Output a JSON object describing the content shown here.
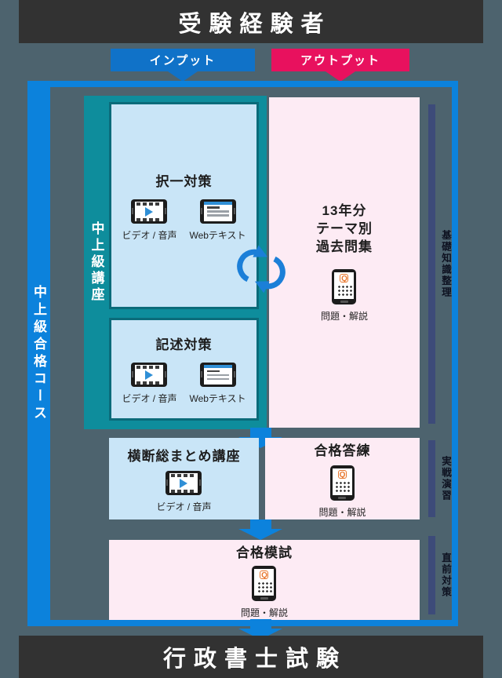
{
  "top_banner": {
    "title": "受験経験者"
  },
  "bottom_banner": {
    "title": "行政書士試験"
  },
  "ribbons": {
    "input": {
      "label": "インプット",
      "color": "#1072c8"
    },
    "output": {
      "label": "アウトプット",
      "color": "#e8115e"
    }
  },
  "left_bar": {
    "label": "中上級合格コース",
    "color": "#0c82dc"
  },
  "program_panel": {
    "label": "中上級講座",
    "color": "#0e8d9c"
  },
  "boxes": {
    "takuitsu": {
      "title": "択一対策",
      "items": [
        {
          "icon": "video-device-icon",
          "label": "ビデオ / 音声"
        },
        {
          "icon": "webtext-device-icon",
          "label": "Webテキスト"
        }
      ]
    },
    "kijutsu": {
      "title": "記述対策",
      "items": [
        {
          "icon": "video-device-icon",
          "label": "ビデオ / 音声"
        },
        {
          "icon": "webtext-device-icon",
          "label": "Webテキスト"
        }
      ]
    },
    "kakomon": {
      "title_lines": [
        "13年分",
        "テーマ別",
        "過去問集"
      ],
      "item": {
        "icon": "quiz-phone-icon",
        "label": "問題・解説"
      }
    },
    "oudan": {
      "title": "横断総まとめ講座",
      "item": {
        "icon": "video-device-icon",
        "label": "ビデオ / 音声"
      }
    },
    "touren": {
      "title": "合格答練",
      "item": {
        "icon": "quiz-phone-icon",
        "label": "問題・解説"
      }
    },
    "moshi": {
      "title": "合格模試",
      "item": {
        "icon": "quiz-phone-icon",
        "label": "問題・解説"
      }
    }
  },
  "phases": [
    {
      "label": "基礎知識整理",
      "bar_color": "#3d4b79"
    },
    {
      "label": "実戦演習",
      "bar_color": "#3d4b79"
    },
    {
      "label": "直前対策",
      "bar_color": "#3d4b79"
    }
  ],
  "icons": {
    "quiz_badge": "Q"
  },
  "colors": {
    "background": "#4d636e",
    "banner": "#323232",
    "flow_blue": "#0c82dc",
    "teal": "#0e8d9c",
    "light_blue_box": "#c9e5f7",
    "pink_box": "#fdebf4",
    "navy_phase_bar": "#3d4b79",
    "play_blue": "#2f8fd6",
    "quiz_orange": "#e8762c"
  }
}
